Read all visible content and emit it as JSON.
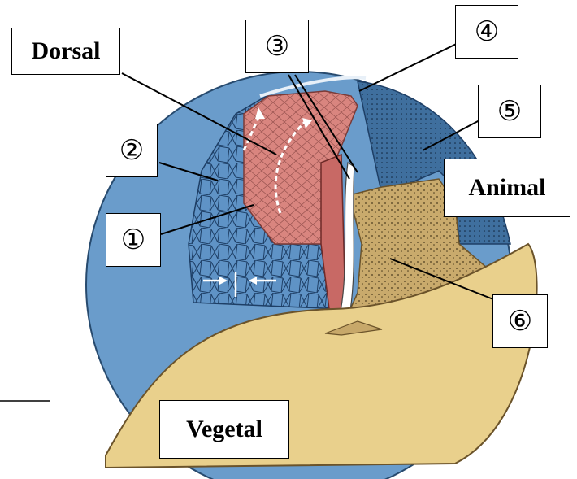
{
  "region_labels": {
    "dorsal": "Dorsal",
    "animal": "Animal",
    "vegetal": "Vegetal"
  },
  "number_labels": {
    "n1": "①",
    "n2": "②",
    "n3": "③",
    "n4": "④",
    "n5": "⑤",
    "n6": "⑥"
  },
  "colors": {
    "embryo_blue": "#6a9ccb",
    "ectoderm_blue": "#4f86be",
    "mesoderm_pink": "#d9857f",
    "endoderm_tan": "#c7a86a",
    "yolk": "#e9d08c",
    "blastocoel_white": "#ffffff"
  }
}
